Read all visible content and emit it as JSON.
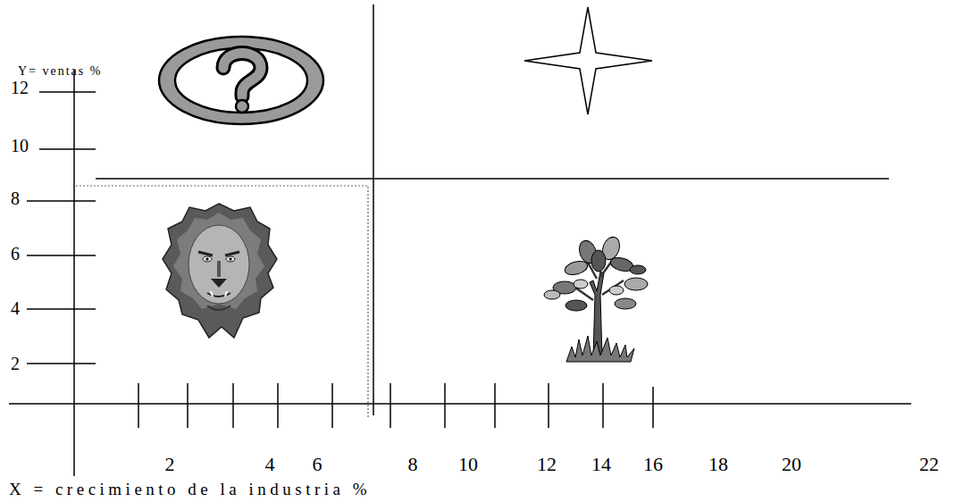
{
  "diagram": {
    "labels": [
      "Y= ventas %",
      "12",
      "10",
      "8",
      "6",
      "4",
      "2",
      "2",
      "4",
      "6",
      "8",
      "10",
      "12",
      "14",
      "16",
      "18",
      "20",
      "22",
      "X = crecimiento de la industria %"
    ]
  }
}
